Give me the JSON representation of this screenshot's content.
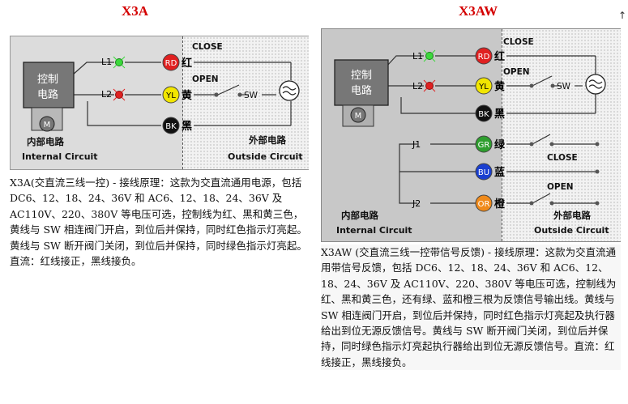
{
  "left": {
    "title": "X3A",
    "labels": {
      "close": "CLOSE",
      "open": "OPEN",
      "sw": "SW",
      "l1": "L1",
      "l2": "L2",
      "controller": [
        "控制",
        "电路"
      ],
      "motor": "M",
      "internal_cn": "内部电路",
      "internal_en": "Internal Circuit",
      "outside_cn": "外部电路",
      "outside_en": "Outside Circuit"
    },
    "terminals": [
      {
        "code": "RD",
        "name": "红",
        "color": "#e02020"
      },
      {
        "code": "YL",
        "name": "黄",
        "color": "#f2e600"
      },
      {
        "code": "BK",
        "name": "黑",
        "color": "#111111"
      }
    ],
    "description": "X3A(交直流三线一控) - 接线原理：这款为交直流通用电源，包括 DC6、12、18、24、36V 和 AC6、12、18、24、36V 及 AC110V、220、380V 等电压可选，控制线为红、黑和黄三色，黄线与 SW 相连阀门开启，到位后并保持，同时红色指示灯亮起。黄线与 SW 断开阀门关闭，到位后并保持，同时绿色指示灯亮起。直流：红线接正，黑线接负。"
  },
  "right": {
    "title": "X3AW",
    "labels": {
      "close": "CLOSE",
      "open": "OPEN",
      "sw": "SW",
      "l1": "L1",
      "l2": "L2",
      "j1": "J1",
      "j2": "J2",
      "close2": "CLOSE",
      "open2": "OPEN",
      "controller": [
        "控制",
        "电路"
      ],
      "motor": "M",
      "internal_cn": "内部电路",
      "internal_en": "Internal Circuit",
      "outside_cn": "外部电路",
      "outside_en": "Outside Circuit"
    },
    "terminals": [
      {
        "code": "RD",
        "name": "红",
        "color": "#e02020"
      },
      {
        "code": "YL",
        "name": "黄",
        "color": "#f2e600"
      },
      {
        "code": "BK",
        "name": "黑",
        "color": "#111111"
      },
      {
        "code": "GR",
        "name": "绿",
        "color": "#2e9e2e"
      },
      {
        "code": "BU",
        "name": "蓝",
        "color": "#1a3fd0"
      },
      {
        "code": "OR",
        "name": "橙",
        "color": "#f08a1a"
      }
    ],
    "description": "X3AW (交直流三线一控带信号反馈) - 接线原理：这款为交直流通用带信号反馈，包括 DC6、12、18、24、36V 和 AC6、12、18、24、36V 及 AC110V、220、380V 等电压可选，控制线为红、黑和黄三色，还有绿、蓝和橙三根为反馈信号输出线。黄线与 SW 相连阀门开启，到位后并保持，同时红色指示灯亮起及执行器给出到位无源反馈信号。黄线与 SW 断开阀门关闭，到位后并保持，同时绿色指示灯亮起执行器给出到位无源反馈信号。直流：红线接正，黑线接负。"
  },
  "corner_mark": "↑",
  "colors": {
    "title": "#d40000",
    "lamp_green": "#3bd93b",
    "lamp_red": "#e02020"
  }
}
